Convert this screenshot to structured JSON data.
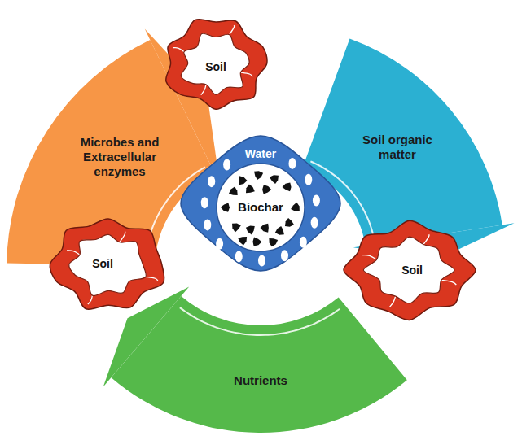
{
  "diagram": {
    "nodes": [
      {
        "text": [
          "Microbes and Extracellular enzymes"
        ]
      },
      {
        "text": [
          "Soil"
        ]
      },
      {
        "text": [
          "Soil organic matter"
        ]
      },
      {
        "text": [
          "Water"
        ]
      },
      {
        "text": [
          "Biochar"
        ],
        "in": 3
      },
      {
        "text": [
          "Soil"
        ]
      },
      {
        "text": [
          "Soil"
        ]
      },
      {
        "text": [
          "Nutrients"
        ]
      }
    ]
  }
}
